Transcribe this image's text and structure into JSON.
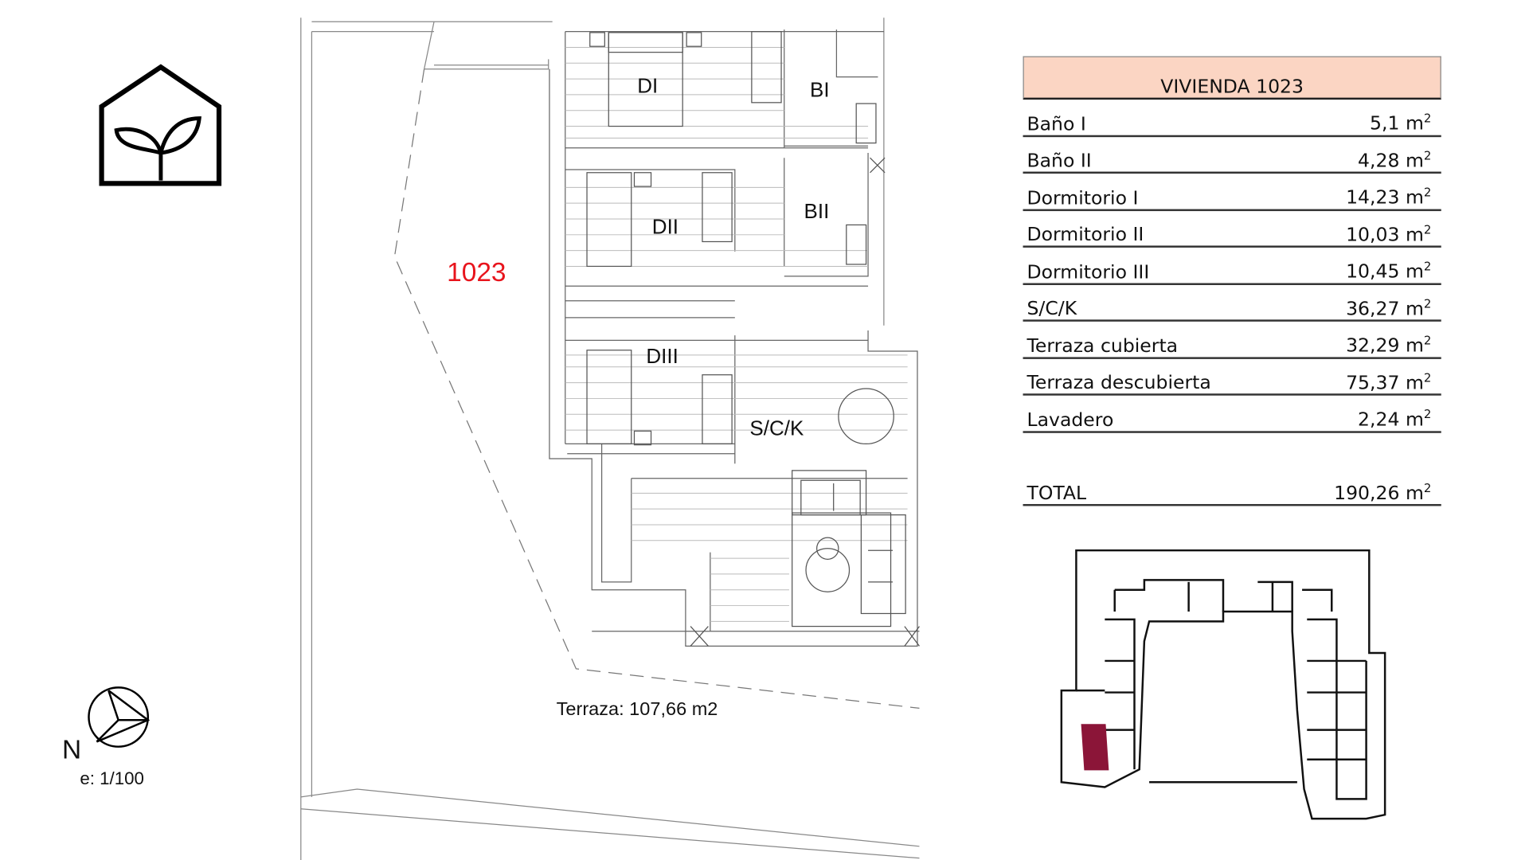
{
  "unit_label": "1023",
  "rooms": {
    "d1": "DI",
    "b1": "BI",
    "d2": "DII",
    "b2": "BII",
    "d3": "DIII",
    "sck": "S/C/K"
  },
  "terrace_label": "Terraza: 107,66 m2",
  "north_label": "N",
  "scale_label": "e: 1/100",
  "table": {
    "title": "VIVIENDA 1023",
    "unit": "m",
    "unit_sup": "2",
    "rows": [
      {
        "name": "Baño I",
        "value": "5,1"
      },
      {
        "name": "Baño II",
        "value": "4,28"
      },
      {
        "name": "Dormitorio I",
        "value": "14,23"
      },
      {
        "name": "Dormitorio II",
        "value": "10,03"
      },
      {
        "name": "Dormitorio III",
        "value": "10,45"
      },
      {
        "name": "S/C/K",
        "value": "36,27"
      },
      {
        "name": "Terraza cubierta",
        "value": "32,29"
      },
      {
        "name": "Terraza descubierta",
        "value": "75,37"
      },
      {
        "name": "Lavadero",
        "value": "2,24"
      }
    ],
    "total": {
      "name": "TOTAL",
      "value": "190,26"
    }
  },
  "colors": {
    "header_fill": "#fbd5c3",
    "unit_label": "#e8141c",
    "highlight": "#8b1538"
  }
}
